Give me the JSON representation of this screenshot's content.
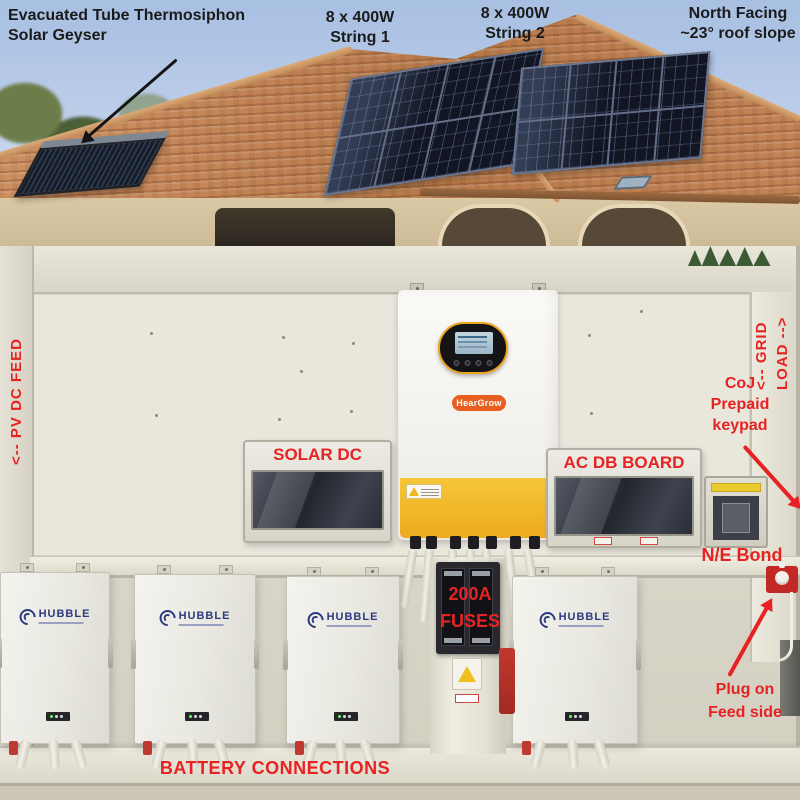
{
  "colors": {
    "annotation-red": "#e82222",
    "annotation-black": "#1b1b1b",
    "heargrow-orange": "#e85d20",
    "hubble-navy": "#2b3a7e",
    "inverter-yellow": "#f3b82a"
  },
  "roof_annotations": {
    "geyser": {
      "line1": "Evacuated Tube Thermosiphon",
      "line2": "Solar Geyser"
    },
    "string1": {
      "line1": "8 x 400W",
      "line2": "String 1"
    },
    "string2": {
      "line1": "8 x 400W",
      "line2": "String 2"
    },
    "orientation": {
      "line1": "North Facing",
      "line2": "~23° roof slope"
    }
  },
  "wall_annotations": {
    "pv_dc_feed": "<-- PV DC FEED",
    "grid": "<-- GRID",
    "load": "LOAD -->",
    "solar_dc": "SOLAR DC",
    "ac_db_board": "AC DB BOARD",
    "coj": {
      "line1": "CoJ",
      "line2": "Prepaid",
      "line3": "keypad"
    },
    "ne_bond": "N/E Bond",
    "fuses": {
      "line1": "200A",
      "line2": "FUSES"
    },
    "plug": {
      "line1": "Plug on",
      "line2": "Feed side"
    },
    "battery_connections": "BATTERY CONNECTIONS"
  },
  "equipment": {
    "inverter_brand": "HearGrow",
    "battery_brand": "HUBBLE"
  }
}
